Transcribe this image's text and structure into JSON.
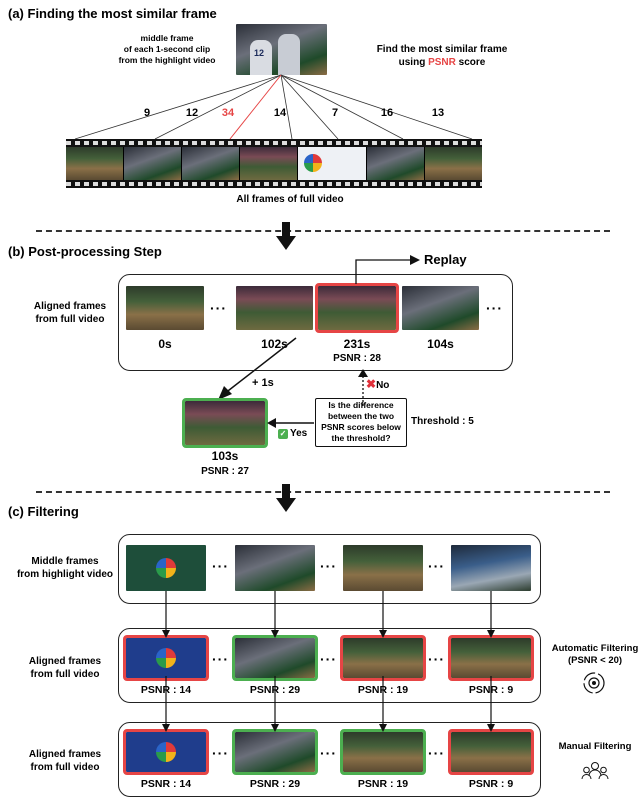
{
  "section_a": {
    "title": "(a) Finding the most similar frame",
    "middle_frame_label": [
      "middle frame",
      "of each 1-second clip",
      "from the highlight video"
    ],
    "find_line1": "Find the most similar frame",
    "find_line2_prefix": "using ",
    "find_line2_highlight": "PSNR",
    "find_line2_suffix": " score",
    "scores": [
      "9",
      "12",
      "34",
      "14",
      "7",
      "16",
      "13"
    ],
    "highlight_score_index": 2,
    "strip_label": "All frames of full video"
  },
  "section_b": {
    "title": "(b) Post-processing Step",
    "aligned_label": [
      "Aligned frames",
      "from full video"
    ],
    "frame_times": [
      "0s",
      "102s",
      "231s",
      "104s"
    ],
    "ellipsis": "···",
    "replay": "Replay",
    "psnr_231": "PSNR : 28",
    "no_label": "No",
    "plus_one": "+ 1s",
    "question": [
      "Is the difference",
      "between the two",
      "PSNR scores below",
      "the threshold?"
    ],
    "threshold": "Threshold : 5",
    "yes_label": "Yes",
    "time_103": "103s",
    "psnr_103": "PSNR : 27"
  },
  "section_c": {
    "title": "(c) Filtering",
    "middle_label": [
      "Middle frames",
      "from highlight video"
    ],
    "aligned_label": [
      "Aligned frames",
      "from full video"
    ],
    "auto_filter": [
      "Automatic Filtering",
      "(PSNR < 20)"
    ],
    "manual_filter": "Manual Filtering",
    "row2_psnr": [
      "PSNR : 14",
      "PSNR : 29",
      "PSNR : 19",
      "PSNR : 9"
    ],
    "row3_psnr": [
      "PSNR : 14",
      "PSNR : 29",
      "PSNR : 19",
      "PSNR : 9"
    ],
    "row2_status": [
      "red",
      "green",
      "red",
      "red"
    ],
    "row3_status": [
      "red",
      "green",
      "green",
      "red"
    ]
  },
  "colors": {
    "red": "#e64545",
    "green": "#4caf50",
    "accent_text": "#e64545"
  }
}
